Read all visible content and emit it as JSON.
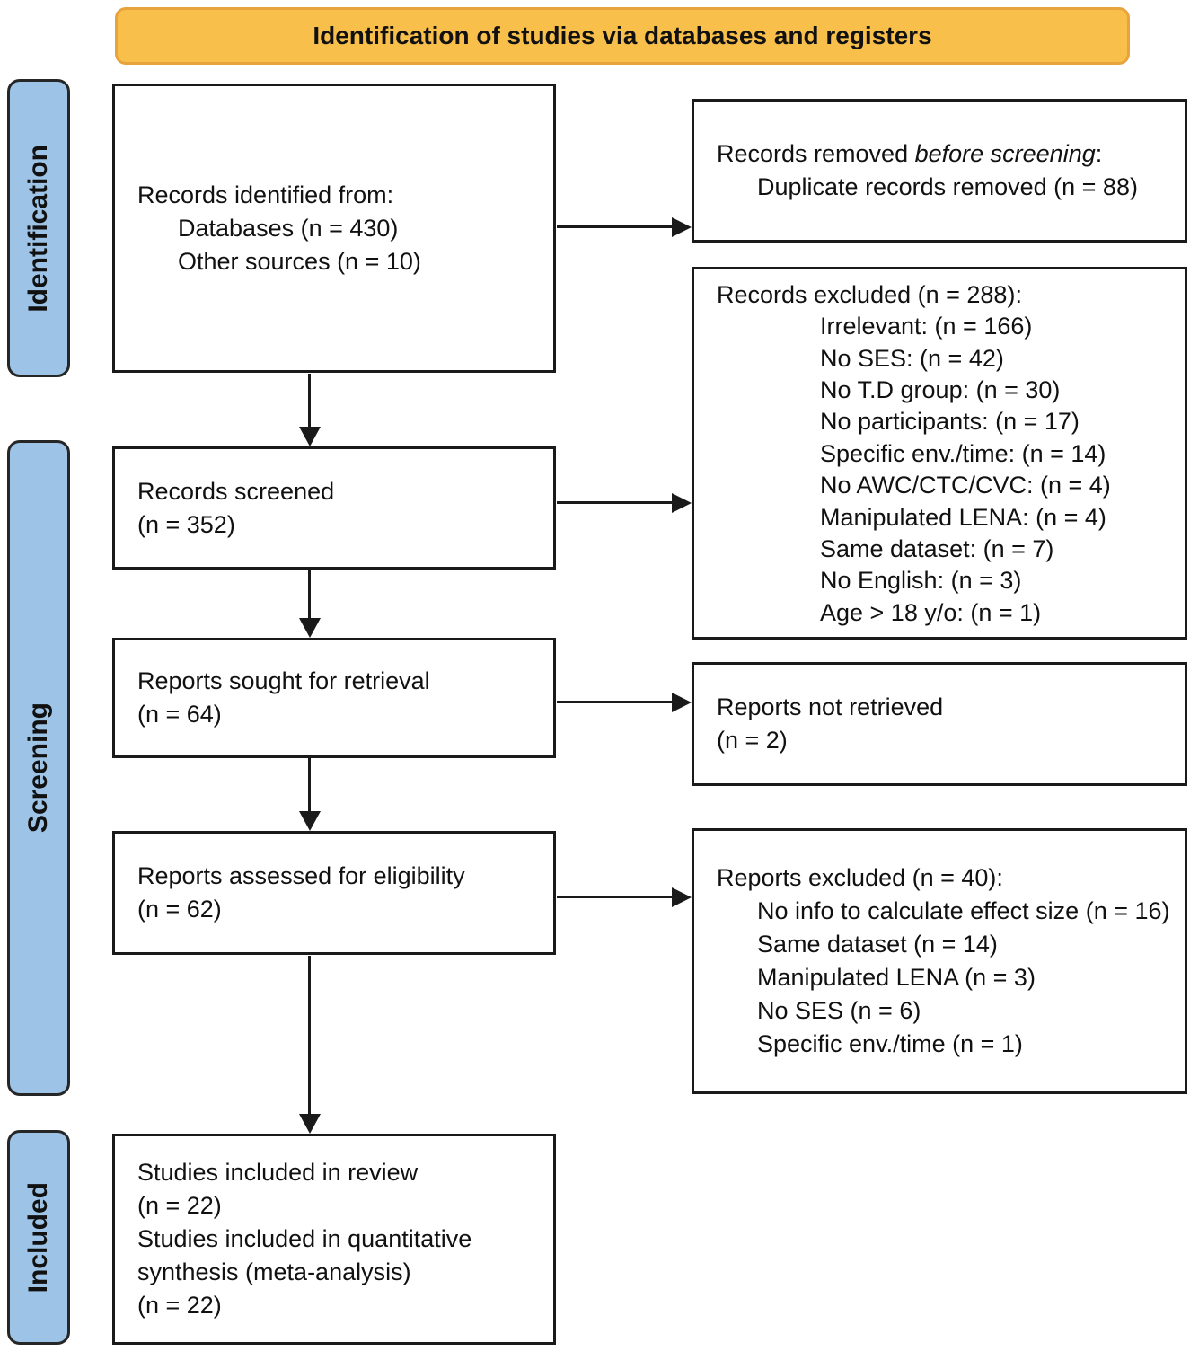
{
  "banner": {
    "title": "Identification of studies via databases and registers"
  },
  "colors": {
    "banner_fill": "#F8BF4B",
    "banner_border": "#E8A33B",
    "stage_fill": "#9DC3E6",
    "box_border": "#1A1A1A",
    "text": "#111111",
    "background": "#FFFFFF"
  },
  "stages": [
    {
      "label": "Identification"
    },
    {
      "label": "Screening"
    },
    {
      "label": "Included"
    }
  ],
  "boxes": {
    "records_identified": {
      "heading": "Records identified from:",
      "items": [
        "Databases (n = 430)",
        "Other sources (n = 10)"
      ]
    },
    "records_removed": {
      "heading_prefix": "Records removed ",
      "heading_italic": "before screening",
      "heading_suffix": ":",
      "items": [
        "Duplicate records removed (n = 88)"
      ]
    },
    "records_screened": {
      "lines": [
        "Records screened",
        "(n = 352)"
      ]
    },
    "records_excluded": {
      "heading": "Records excluded (n = 288):",
      "items": [
        "Irrelevant: (n = 166)",
        "No SES: (n = 42)",
        "No T.D group: (n = 30)",
        "No participants: (n = 17)",
        "Specific env./time: (n = 14)",
        "No AWC/CTC/CVC: (n = 4)",
        "Manipulated LENA: (n = 4)",
        "Same dataset: (n = 7)",
        "No English: (n = 3)",
        "Age > 18 y/o: (n = 1)"
      ]
    },
    "reports_sought": {
      "lines": [
        "Reports sought for retrieval",
        "(n = 64)"
      ]
    },
    "reports_not_retrieved": {
      "lines": [
        "Reports not retrieved",
        "(n = 2)"
      ]
    },
    "reports_assessed": {
      "lines": [
        "Reports assessed for eligibility",
        "(n = 62)"
      ]
    },
    "reports_excluded": {
      "heading": "Reports excluded (n = 40):",
      "items": [
        "No info to calculate effect size (n = 16)",
        "Same dataset (n = 14)",
        "Manipulated LENA (n = 3)",
        "No SES (n = 6)",
        "Specific env./time (n = 1)"
      ]
    },
    "studies_included": {
      "lines": [
        "Studies included in review",
        "(n = 22)",
        "Studies included in quantitative synthesis (meta-analysis)",
        "(n = 22)"
      ]
    }
  }
}
